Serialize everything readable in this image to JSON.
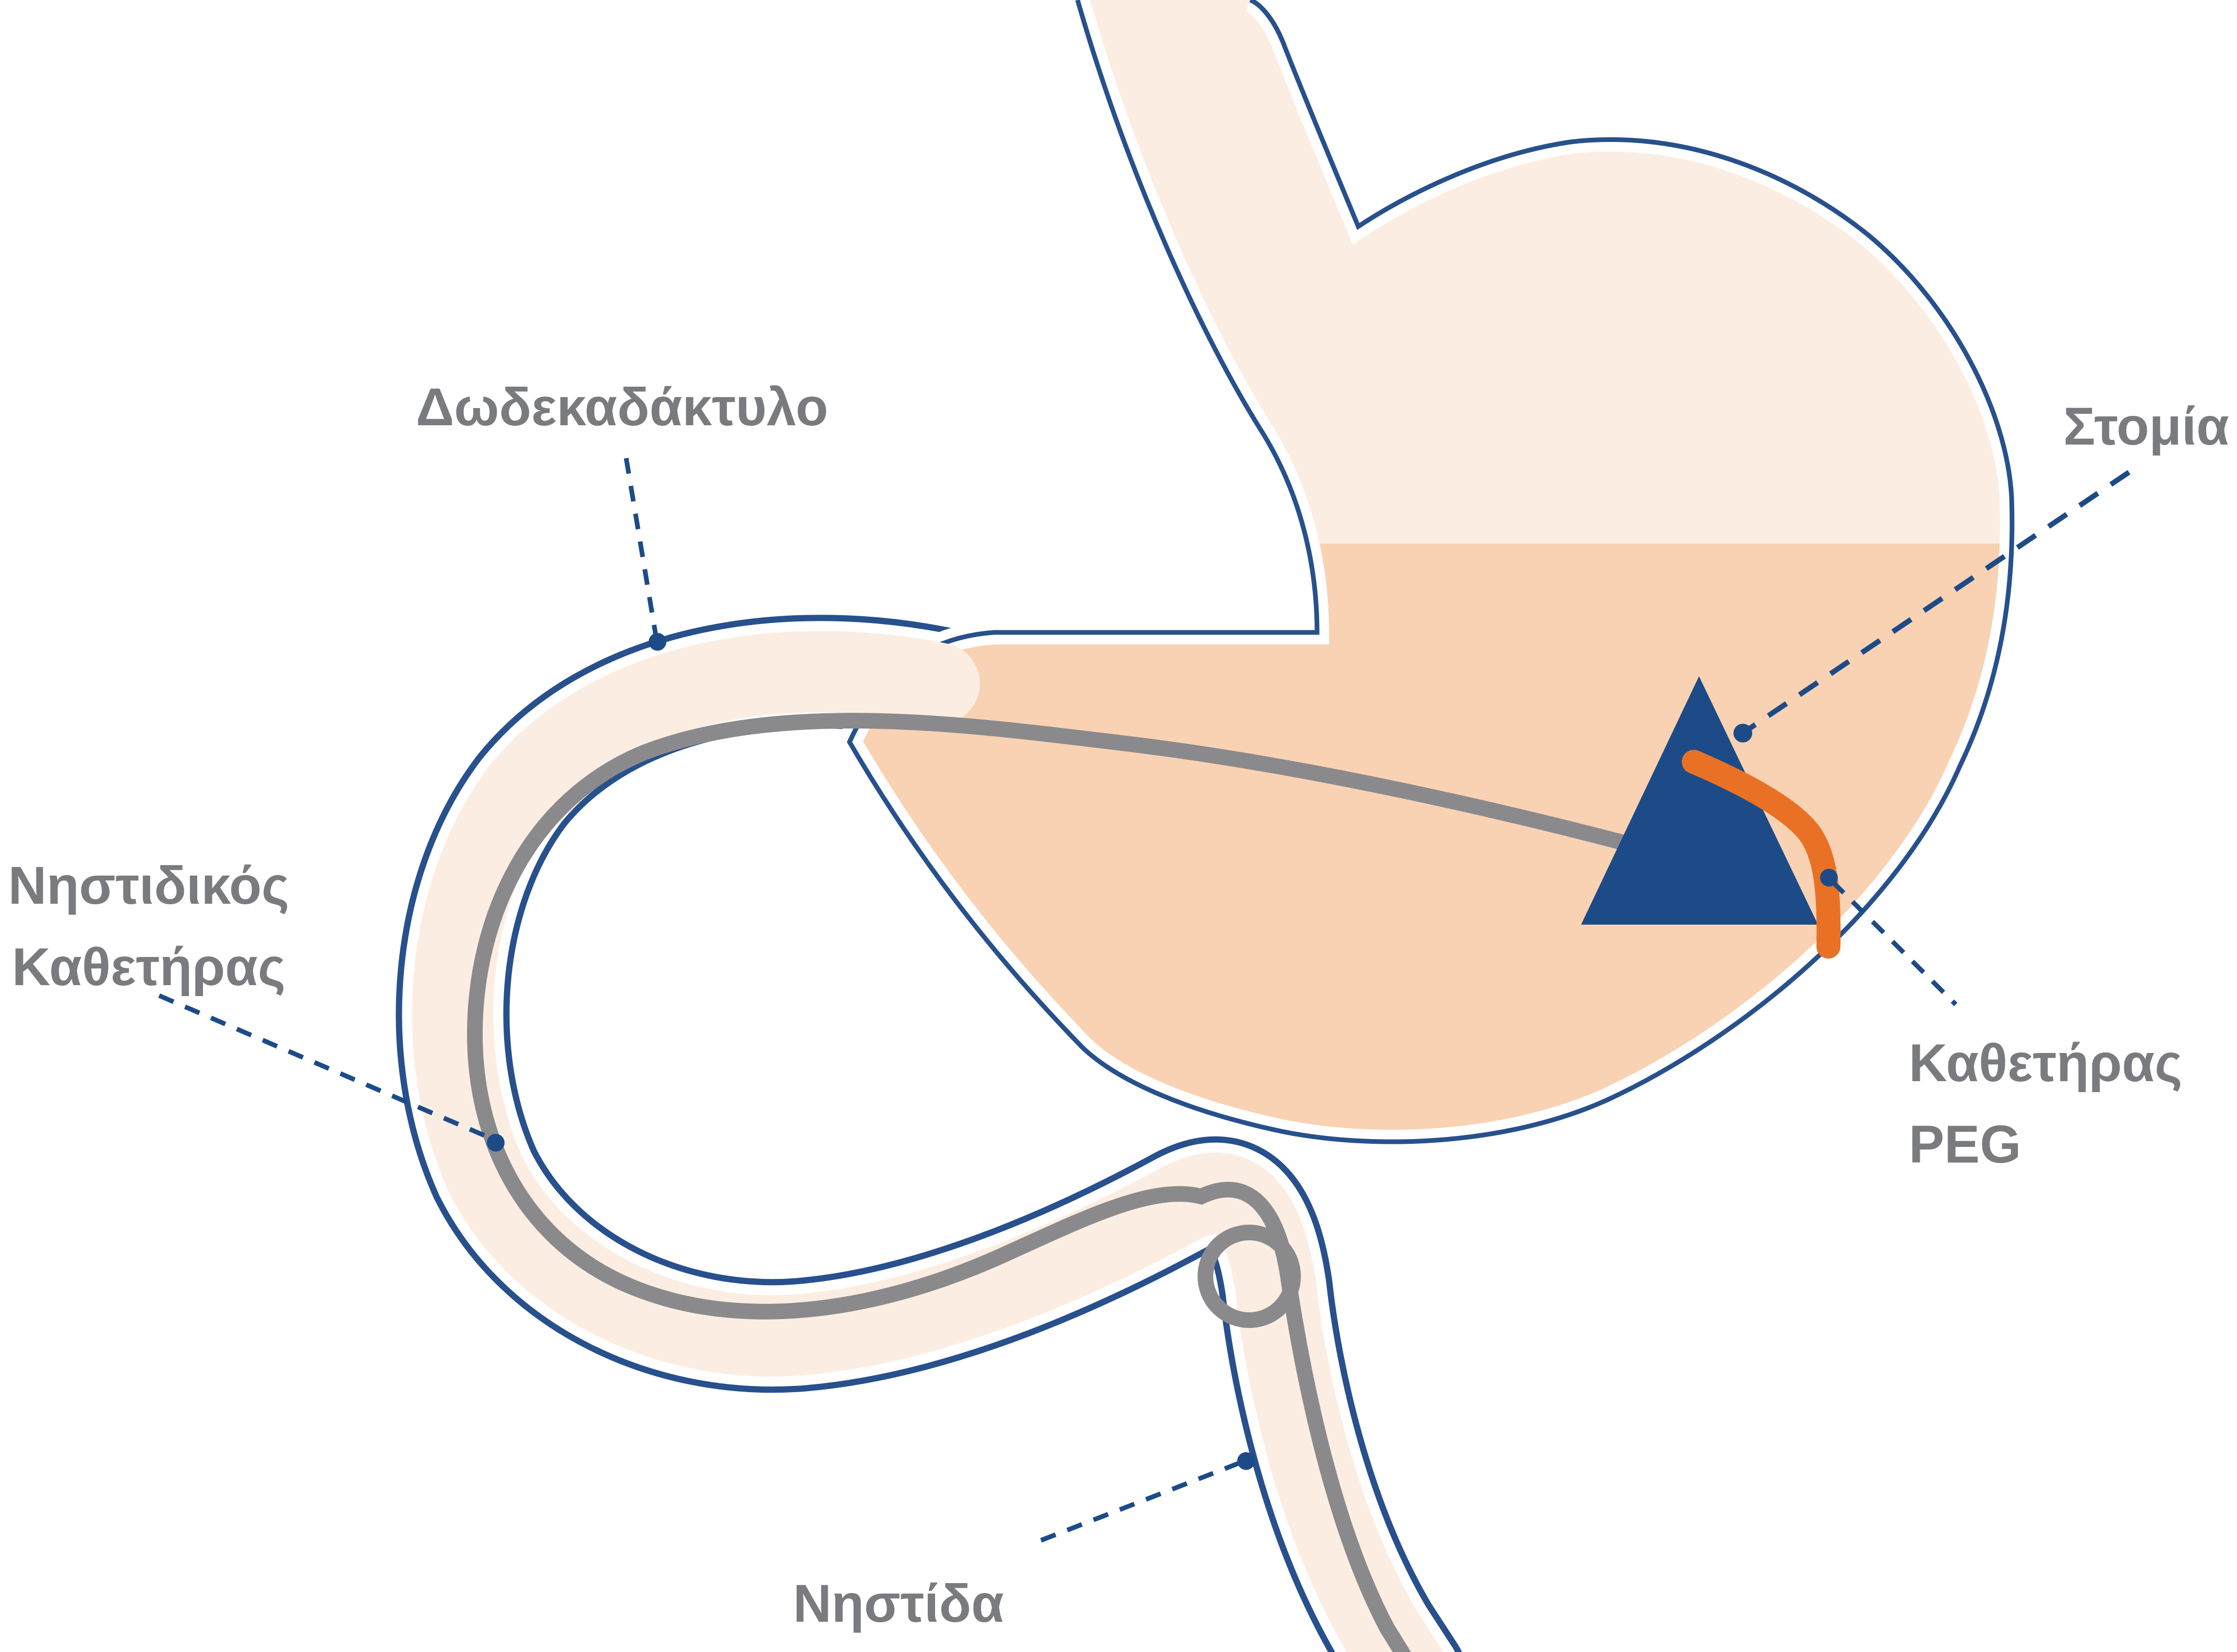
{
  "diagram": {
    "description": "Anatomical diagram of stomach with PEG catheter and jejunal extension tube",
    "labels": {
      "duodenum": "Δωδεκαδάκτυλο",
      "stoma": "Στομία",
      "jejunal_catheter_line1": "Νηστιδικός",
      "jejunal_catheter_line2": "Καθετήρας",
      "peg_catheter_line1": "Καθετήρας",
      "peg_catheter_line2": "PEG",
      "jejunum": "Νηστίδα"
    },
    "colors": {
      "outline_blue": "#27508c",
      "marker_blue": "#1c4b87",
      "peg_orange": "#e97125",
      "catheter_gray": "#8a8a8d",
      "label_gray": "#7a7b7e",
      "organ_fill_light": "#fcede2",
      "organ_fill_dark": "#f8d2b3",
      "background": "#ffffff"
    }
  }
}
